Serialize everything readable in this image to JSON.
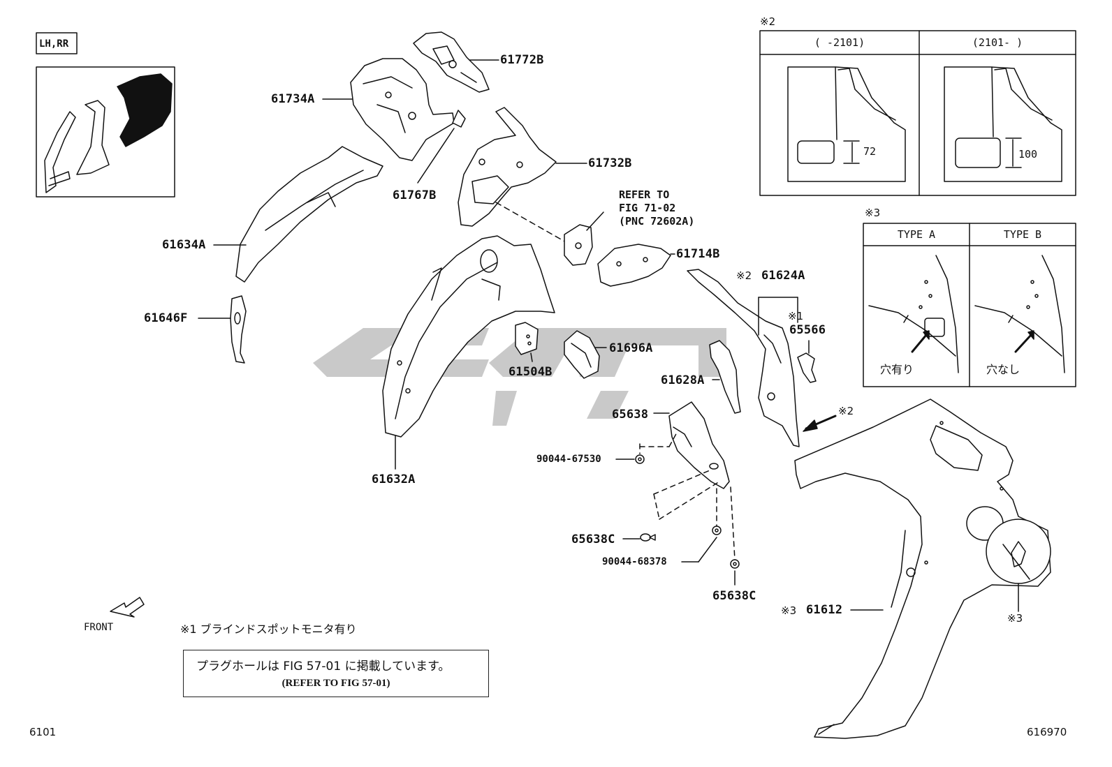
{
  "labels": {
    "lh_rr": "LH,RR",
    "p61772b": "61772B",
    "p61734a": "61734A",
    "p61732b": "61732B",
    "p61767b": "61767B",
    "p61634a": "61634A",
    "p61714b": "61714B",
    "p61624a_prefix": "※2",
    "p61624a": "61624A",
    "note1_marker": "※1",
    "p65566": "65566",
    "p61646f": "61646F",
    "p61696a": "61696A",
    "p61504b": "61504B",
    "p61628a": "61628A",
    "p65638": "65638",
    "p90044_67530": "90044-67530",
    "p61632a": "61632A",
    "p65638c_1": "65638C",
    "p90044_68378": "90044-68378",
    "p65638c_2": "65638C",
    "p61612_prefix": "※3",
    "p61612": "61612",
    "arrow_note2": "※2",
    "circle_note3": "※3",
    "front": "FRONT"
  },
  "refer": {
    "line1": "REFER TO",
    "line2": "FIG 71-02",
    "line3": "(PNC 72602A)"
  },
  "note2_panel": {
    "marker": "※2",
    "col1_header": "(      -2101)",
    "col2_header": "(2101-      )",
    "dim1": "72",
    "dim2": "100"
  },
  "note3_panel": {
    "marker": "※3",
    "type_a": "TYPE A",
    "type_b": "TYPE B",
    "hole_yes": "穴有り",
    "hole_no": "穴なし"
  },
  "footnote1": "※1 ブラインドスポットモニタ有り",
  "note_box": {
    "line1": "プラグホールは FIG 57-01 に掲載しています。",
    "line2": "(REFER TO FIG 57-01)"
  },
  "page_code_left": "6101",
  "page_code_right": "616970"
}
